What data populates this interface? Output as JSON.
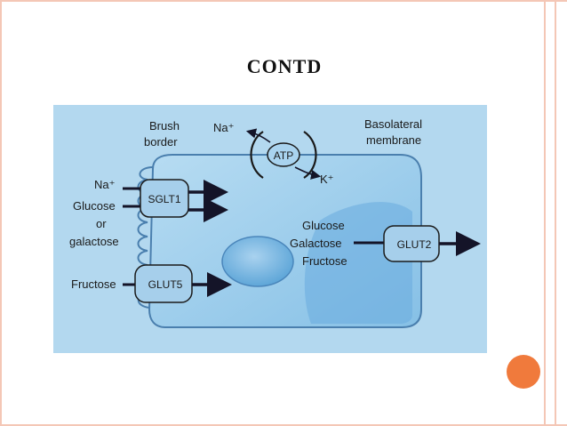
{
  "slide": {
    "title": "CONTD"
  },
  "diagram": {
    "brush_border": [
      "Brush",
      "border"
    ],
    "basolateral": [
      "Basolateral",
      "membrane"
    ],
    "pump": {
      "na": "Na⁺",
      "label": "ATP",
      "k": "K⁺"
    },
    "sglt1": {
      "label": "SGLT1",
      "na": "Na⁺",
      "substrates": [
        "Glucose",
        "or",
        "galactose"
      ]
    },
    "glut5": {
      "label": "GLUT5",
      "substrate": "Fructose"
    },
    "glut2": {
      "label": "GLUT2",
      "substrates": [
        "Glucose",
        "Galactose",
        "Fructose"
      ]
    }
  }
}
